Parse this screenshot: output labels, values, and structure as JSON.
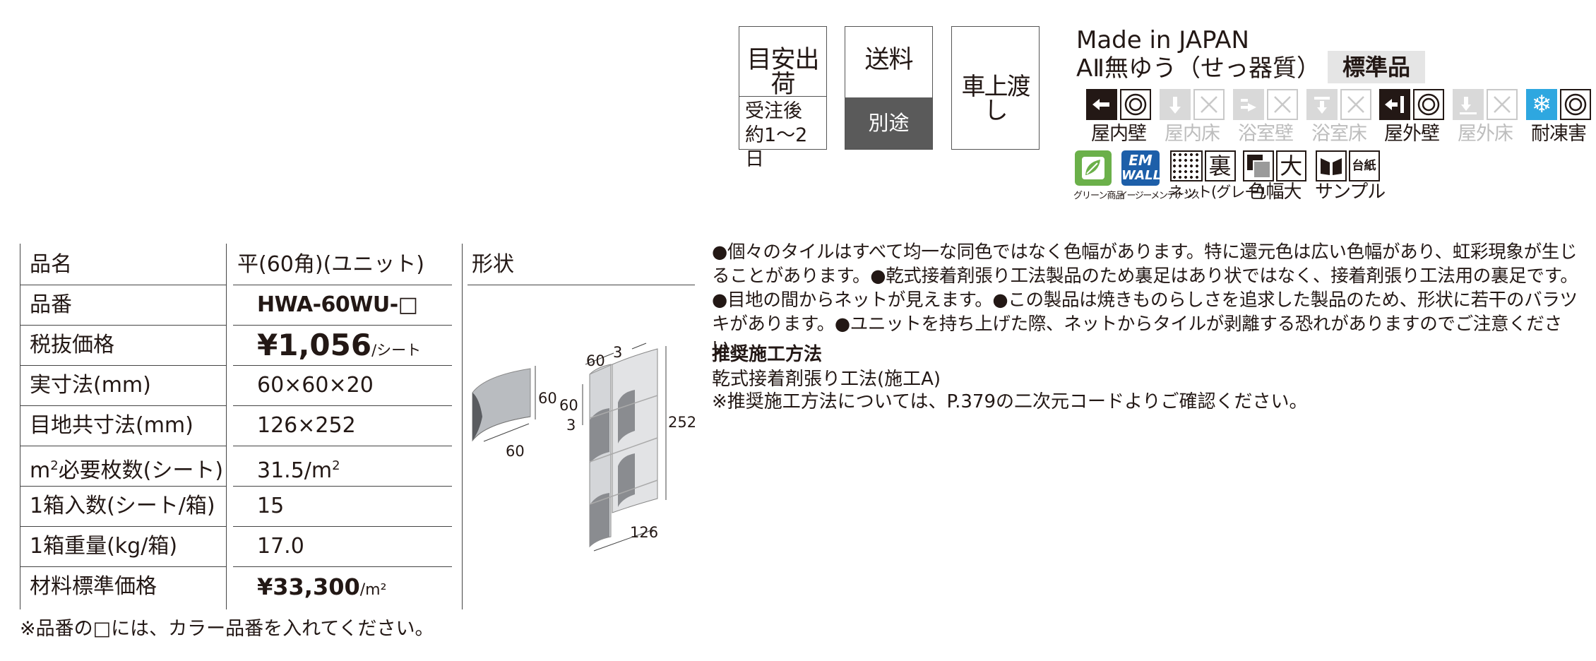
{
  "shipping": {
    "estimate_title": "目安出荷",
    "estimate_detail_1": "受注後",
    "estimate_detail_2": "約1〜2日",
    "fee_title": "送料",
    "fee_detail": "別途",
    "delivery": "車上渡し"
  },
  "meta": {
    "made_in": "Made in JAPAN",
    "material": "AⅡ無ゆう（せっ器質）",
    "standard_badge": "標準品"
  },
  "usage": [
    {
      "label": "屋内壁",
      "available": true
    },
    {
      "label": "屋内床",
      "available": false
    },
    {
      "label": "浴室壁",
      "available": false
    },
    {
      "label": "浴室床",
      "available": false
    },
    {
      "label": "屋外壁",
      "available": true
    },
    {
      "label": "屋外床",
      "available": false
    },
    {
      "label": "耐凍害",
      "available": true
    }
  ],
  "badges": {
    "green": "グリーン商品",
    "easy": "イージーメンテナンス",
    "easy_logo_1": "EM",
    "easy_logo_2": "WALL",
    "net_label": "ネット(グレー)",
    "net_char": "裏",
    "color_label": "色幅大",
    "color_char": "大",
    "sample_label": "サンプル",
    "sample_char": "台紙"
  },
  "spec": {
    "rows": [
      {
        "key": "品名",
        "value": "平(60角)(ユニット)"
      },
      {
        "key": "品番",
        "value": "HWA-60WU-□"
      },
      {
        "key": "税抜価格",
        "value": "¥1,056",
        "unit": "/シート"
      },
      {
        "key": "実寸法(mm)",
        "value": "60×60×20"
      },
      {
        "key": "目地共寸法(mm)",
        "value": "126×252"
      },
      {
        "key_pre": "m",
        "key_sup": "2",
        "key_post": "必要枚数(シート)",
        "value": "31.5/m",
        "value_sup": "2"
      },
      {
        "key": "1箱入数(シート/箱)",
        "value": "15"
      },
      {
        "key": "1箱重量(kg/箱)",
        "value": "17.0"
      },
      {
        "key": "材料標準価格",
        "value": "¥33,300",
        "unit": "/m²"
      }
    ],
    "shape_header": "形状"
  },
  "dimensions": {
    "tile_h": "60",
    "tile_w": "60",
    "unit_w": "60",
    "unit_gap": "3",
    "unit_h": "60",
    "unit_gap2": "3",
    "unit_total_h": "252",
    "unit_total_w": "126"
  },
  "notes": {
    "body": "●個々のタイルはすべて均一な同色ではなく色幅があります。特に還元色は広い色幅があり、虹彩現象が生じることがあります。●乾式接着剤張り工法製品のため裏足はあり状ではなく、接着剤張り工法用の裏足です。●目地の間からネットが見えます。●この製品は焼きものらしさを追求した製品のため、形状に若干のバラツキがあります。●ユニットを持ち上げた際、ネットからタイルが剥離する恐れがありますのでご注意ください。",
    "method_title": "推奨施工方法",
    "method_line_1": "乾式接着剤張り工法(施工A)",
    "method_line_2": "※推奨施工方法については、P.379の二次元コードよりご確認ください。"
  },
  "footnote": "※品番の□には、カラー品番を入れてください。"
}
